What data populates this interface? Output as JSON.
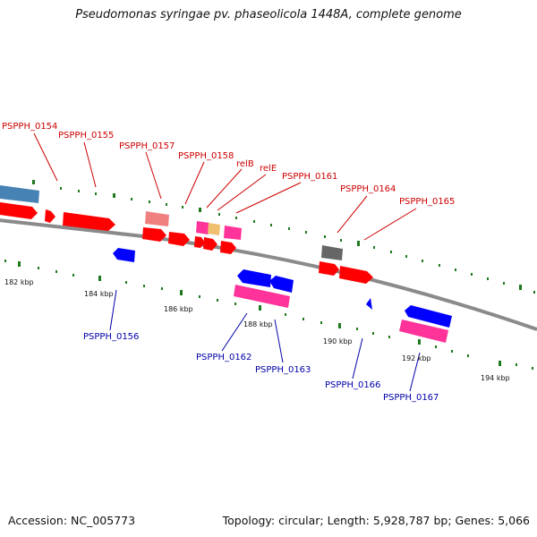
{
  "title": "Pseudomonas syringae pv. phaseolicola 1448A, complete genome",
  "footer": {
    "accession": "Accession: NC_005773",
    "summary": "Topology: circular; Length: 5,928,787 bp; Genes: 5,066"
  },
  "colors": {
    "backbone": "#8a8a8a",
    "tick_major": "#1e7a1e",
    "tick_minor": "#1e7a1e",
    "label_forward": "#cc0000",
    "label_reverse": "#0000aa",
    "gene_red": "#ff0000",
    "gene_blue": "#0000ff",
    "gene_pink": "#ff3399",
    "gene_salmon": "#f08080",
    "gene_gray": "#666666",
    "gene_steel": "#4682b4",
    "gene_tan": "#f0c070"
  },
  "ticks": [
    "182 kbp",
    "184 kbp",
    "186 kbp",
    "188 kbp",
    "190 kbp",
    "192 kbp",
    "194 kbp"
  ],
  "labels_forward": [
    "PSPPH_0154",
    "PSPPH_0155",
    "PSPPH_0157",
    "PSPPH_0158",
    "relB",
    "relE",
    "PSPPH_0161",
    "PSPPH_0164",
    "PSPPH_0165"
  ],
  "labels_reverse": [
    "PSPPH_0156",
    "PSPPH_0162",
    "PSPPH_0163",
    "PSPPH_0166",
    "PSPPH_0167"
  ]
}
